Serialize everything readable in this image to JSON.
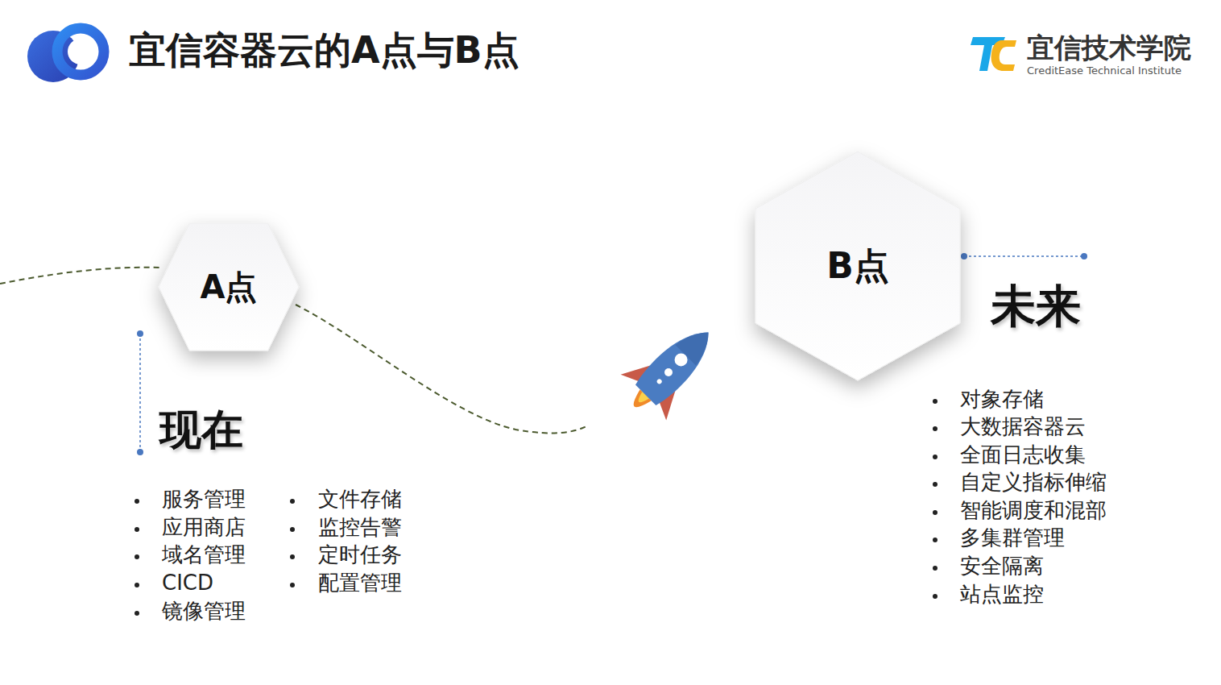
{
  "diagram": {
    "title": "宜信容器云的A点与B点",
    "nodes": [
      {
        "text": [
          "A点"
        ]
      },
      {
        "text": [
          "B点"
        ]
      }
    ],
    "labels": [
      "宜信技术学院",
      "CreditEase Technical Institute",
      "现在",
      "服务管理",
      "应用商店",
      "域名管理",
      "CICD",
      "镜像管理",
      "文件存储",
      "监控告警",
      "定时任务",
      "配置管理",
      "未来",
      "对象存储",
      "大数据容器云",
      "全面日志收集",
      "自定义指标伸缩",
      "智能调度和混部",
      "多集群管理",
      "安全隔离",
      "站点监控"
    ]
  }
}
